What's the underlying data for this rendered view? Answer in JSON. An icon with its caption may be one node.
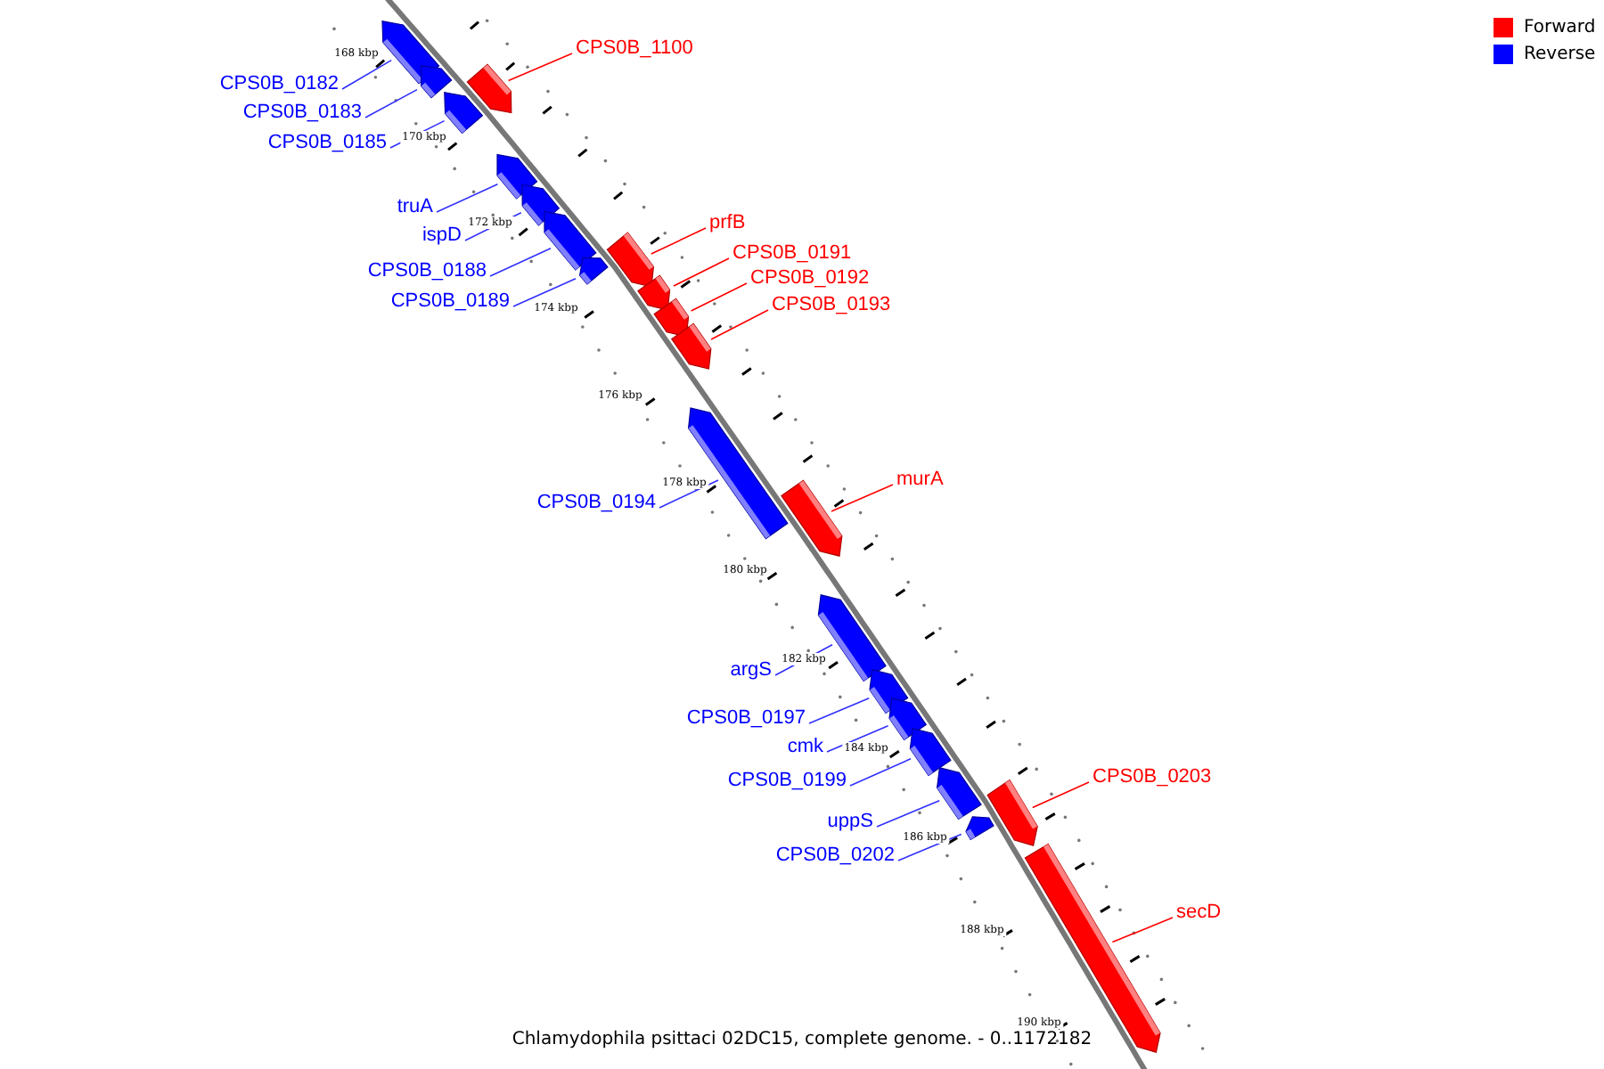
{
  "diagram": {
    "caption": "Chlamydophila psittaci 02DC15, complete genome. - 0..1172182",
    "nodes": [
      {
        "text": [
          "CPS0B_1100"
        ]
      },
      {
        "text": [
          "CPS0B_0182"
        ]
      },
      {
        "text": [
          "CPS0B_0183"
        ]
      },
      {
        "text": [
          "CPS0B_0185"
        ]
      },
      {
        "text": [
          "truA"
        ]
      },
      {
        "text": [
          "prfB"
        ]
      },
      {
        "text": [
          "ispD"
        ]
      },
      {
        "text": [
          "CPS0B_0191"
        ]
      },
      {
        "text": [
          "CPS0B_0188"
        ]
      },
      {
        "text": [
          "CPS0B_0192"
        ]
      },
      {
        "text": [
          "CPS0B_0189"
        ]
      },
      {
        "text": [
          "CPS0B_0193"
        ]
      },
      {
        "text": [
          "murA"
        ]
      },
      {
        "text": [
          "CPS0B_0194"
        ]
      },
      {
        "text": [
          "argS"
        ]
      },
      {
        "text": [
          "CPS0B_0197"
        ]
      },
      {
        "text": [
          "cmk"
        ]
      },
      {
        "text": [
          "CPS0B_0203"
        ]
      },
      {
        "text": [
          "CPS0B_0199"
        ]
      },
      {
        "text": [
          "uppS"
        ]
      },
      {
        "text": [
          "CPS0B_0202"
        ]
      },
      {
        "text": [
          "secD"
        ]
      },
      {
        "text": [],
        "shape": "bar"
      },
      {
        "text": [],
        "shape": "bar"
      },
      {
        "text": [],
        "shape": "bar"
      },
      {
        "text": [],
        "shape": "bar"
      },
      {
        "text": [],
        "shape": "bar"
      },
      {
        "text": [],
        "shape": "bar"
      },
      {
        "text": [],
        "shape": "bar"
      },
      {
        "text": [],
        "shape": "bar"
      },
      {
        "text": [],
        "shape": "bar"
      },
      {
        "text": [],
        "shape": "bar"
      },
      {
        "text": [],
        "shape": "bar"
      },
      {
        "text": [],
        "shape": "bar"
      },
      {
        "text": [],
        "shape": "bar"
      },
      {
        "text": [],
        "shape": "bar"
      },
      {
        "text": [],
        "shape": "bar"
      },
      {
        "text": [],
        "shape": "bar"
      },
      {
        "text": [],
        "shape": "bar"
      },
      {
        "text": [],
        "shape": "bar"
      },
      {
        "text": [],
        "shape": "bar"
      },
      {
        "text": [],
        "shape": "bar"
      },
      {
        "text": [],
        "shape": "bar"
      },
      {
        "text": [],
        "shape": "bar"
      }
    ],
    "edges": [
      {
        "from": 0,
        "to": 25,
        "arrow": "none",
        "color": "#ff0000"
      },
      {
        "from": 1,
        "to": 22,
        "arrow": "none"
      },
      {
        "from": 2,
        "to": 23,
        "arrow": "none"
      },
      {
        "from": 3,
        "to": 24,
        "arrow": "none"
      },
      {
        "from": 4,
        "to": 26,
        "arrow": "none"
      },
      {
        "from": 5,
        "to": 30,
        "arrow": "none",
        "color": "#ff0000"
      },
      {
        "from": 6,
        "to": 27,
        "arrow": "none"
      },
      {
        "from": 7,
        "to": 31,
        "arrow": "none",
        "color": "#ff0000"
      },
      {
        "from": 8,
        "to": 28,
        "arrow": "none"
      },
      {
        "from": 9,
        "to": 32,
        "arrow": "none",
        "color": "#ff0000"
      },
      {
        "from": 10,
        "to": 29,
        "arrow": "none"
      },
      {
        "from": 11,
        "to": 33,
        "arrow": "none",
        "color": "#ff0000"
      },
      {
        "from": 12,
        "to": 35,
        "arrow": "none",
        "color": "#ff0000"
      },
      {
        "from": 13,
        "to": 34,
        "arrow": "none"
      },
      {
        "from": 14,
        "to": 36,
        "arrow": "none"
      },
      {
        "from": 15,
        "to": 37,
        "arrow": "none"
      },
      {
        "from": 16,
        "to": 38,
        "arrow": "none"
      },
      {
        "from": 17,
        "to": 41,
        "arrow": "none",
        "color": "#ff0000"
      },
      {
        "from": 18,
        "to": 39,
        "arrow": "none"
      },
      {
        "from": 19,
        "to": 40,
        "arrow": "none"
      },
      {
        "from": 20,
        "to": 42,
        "arrow": "none"
      },
      {
        "from": 21,
        "to": 43,
        "arrow": "none",
        "color": "#ff0000"
      }
    ],
    "labels": [
      "168 kbp",
      "170 kbp",
      "172 kbp",
      "174 kbp",
      "176 kbp",
      "178 kbp",
      "180 kbp",
      "182 kbp",
      "184 kbp",
      "186 kbp",
      "188 kbp",
      "190 kbp"
    ],
    "legend": [
      {
        "text": "Forward",
        "color": "#ff0000"
      },
      {
        "text": "Reverse",
        "color": "#0000ff"
      }
    ]
  }
}
